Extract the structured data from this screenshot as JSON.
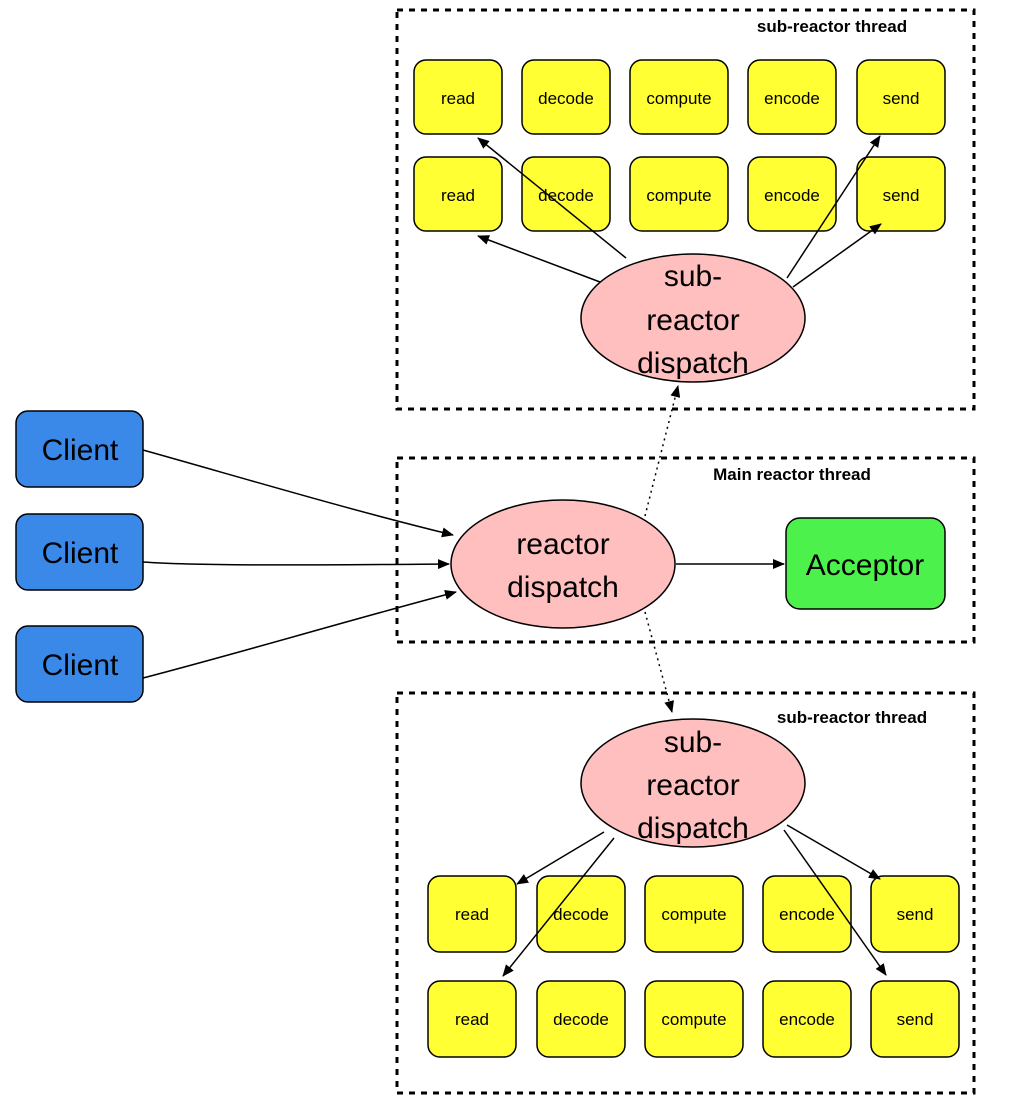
{
  "top_thread": {
    "title": "sub-reactor thread",
    "dispatch": [
      "sub-",
      "reactor",
      "dispatch"
    ],
    "row1": [
      "read",
      "decode",
      "compute",
      "encode",
      "send"
    ],
    "row2": [
      "read",
      "decode",
      "compute",
      "encode",
      "send"
    ]
  },
  "main_thread": {
    "title": "Main reactor thread",
    "dispatch": [
      "reactor",
      "dispatch"
    ],
    "acceptor": "Acceptor"
  },
  "bottom_thread": {
    "title": "sub-reactor thread",
    "dispatch": [
      "sub-",
      "reactor",
      "dispatch"
    ],
    "row1": [
      "read",
      "decode",
      "compute",
      "encode",
      "send"
    ],
    "row2": [
      "read",
      "decode",
      "compute",
      "encode",
      "send"
    ]
  },
  "clients": [
    "Client",
    "Client",
    "Client"
  ],
  "colors": {
    "task_fill": "#ffff33",
    "dispatch_fill": "#ffbfbf",
    "client_fill": "#3a88e8",
    "acceptor_fill": "#4cf14c"
  }
}
